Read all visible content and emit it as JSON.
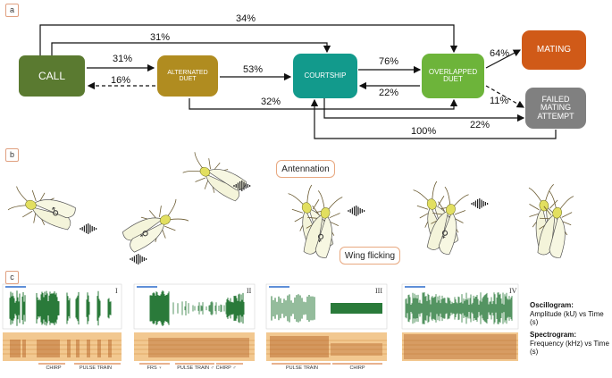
{
  "panels": {
    "a": "a",
    "b": "b",
    "c": "c"
  },
  "nodes": {
    "call": "CALL",
    "alternated_duet": "ALTERNATED\nDUET",
    "courtship": "COURTSHIP",
    "overlapped_duet": "OVERLAPPED\nDUET",
    "mating": "MATING",
    "failed_mating": "FAILED\nMATING\nATTEMPT"
  },
  "transitions": {
    "call_to_overlapped": "34%",
    "call_to_courtship": "31%",
    "call_to_alternated": "31%",
    "alternated_to_call": "16%",
    "alternated_to_courtship": "53%",
    "alternated_to_overlapped": "32%",
    "courtship_to_overlapped": "76%",
    "overlapped_to_courtship": "22%",
    "overlapped_to_mating": "64%",
    "overlapped_to_failed": "11%",
    "courtship_to_failed": "22%",
    "failed_to_courtship": "100%"
  },
  "behaviors": {
    "antennation": "Antennation",
    "wing_flicking": "Wing flicking"
  },
  "recordings": [
    {
      "id": "I",
      "segments": [
        "CHIRP",
        "PULSE TRAIN"
      ]
    },
    {
      "id": "II",
      "segments": [
        "FRS ♀",
        "PULSE TRAIN ♂",
        "CHIRP ♂"
      ]
    },
    {
      "id": "III",
      "segments": [
        "PULSE TRAIN",
        "CHIRP"
      ]
    },
    {
      "id": "IV",
      "segments": []
    }
  ],
  "legend": {
    "oscillogram_title": "Oscillogram:",
    "oscillogram_desc": "Amplitude (kU) vs Time (s)",
    "spectrogram_title": "Spectrogram:",
    "spectrogram_desc": "Frequency (kHz) vs Time (s)"
  },
  "colors": {
    "call": "#5a7a30",
    "alternated": "#b08c20",
    "courtship": "#129a8c",
    "overlapped": "#6db43a",
    "mating": "#d05a18",
    "failed": "#808080",
    "spectrogram_bg": "#f2c890",
    "waveform": "#2a7a3a"
  },
  "symbols": {
    "female": "♀",
    "male": "♂"
  }
}
